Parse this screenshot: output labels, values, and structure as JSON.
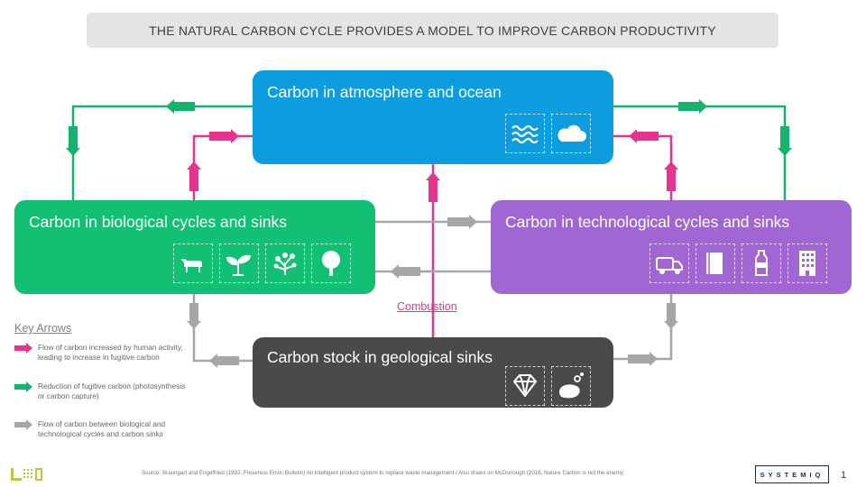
{
  "title": "THE NATURAL CARBON CYCLE PROVIDES A MODEL TO IMPROVE CARBON PRODUCTIVITY",
  "boxes": {
    "atmosphere": {
      "label": "Carbon in atmosphere and ocean",
      "color": "#0c9de0",
      "icons": [
        "waves-icon",
        "cloud-icon"
      ]
    },
    "biological": {
      "label": "Carbon in biological cycles and sinks",
      "color": "#12c074",
      "icons": [
        "cow-icon",
        "seedling-icon",
        "plant-icon",
        "tree-icon"
      ]
    },
    "technological": {
      "label": "Carbon in technological cycles and sinks",
      "color": "#a066d2",
      "icons": [
        "truck-icon",
        "book-icon",
        "bottle-icon",
        "building-icon"
      ]
    },
    "geological": {
      "label": "Carbon stock in geological sinks",
      "color": "#4a4a4a",
      "icons": [
        "diamond-icon",
        "oil-icon"
      ]
    }
  },
  "combustion_label": "Combustion",
  "key": {
    "title": "Key Arrows",
    "items": [
      {
        "color": "#e6338d",
        "text": "Flow of carbon increased by human activity, leading to increase in fugitive carbon"
      },
      {
        "color": "#12b46c",
        "text": "Reduction of fugitive carbon (photosynthesis or carbon capture)"
      },
      {
        "color": "#a6a6a6",
        "text": "Flow of carbon between biological and technological cycles and carbon sinks"
      }
    ]
  },
  "source": "Source: Braungart and Engelfried (1992, Fresenius Envir. Bulletin) An intelligent product system to replace waste management / Also draws on McDonough (2016, Nature Carbon is not the enemy.",
  "logo": "SYSTEMIQ",
  "page_number": "1"
}
